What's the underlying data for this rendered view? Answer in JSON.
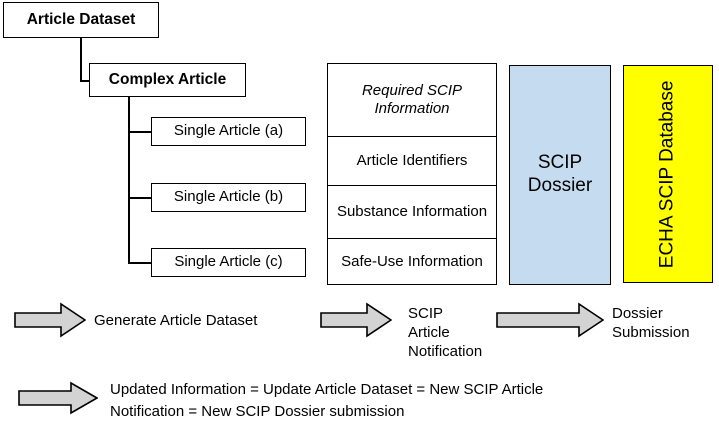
{
  "tree": {
    "root": {
      "label": "Article Dataset"
    },
    "complex": {
      "label": "Complex Article"
    },
    "singles": [
      {
        "label": "Single Article (a)"
      },
      {
        "label": "Single Article (b)"
      },
      {
        "label": "Single Article (c)"
      }
    ]
  },
  "scip_table": {
    "header": "Required SCIP Information",
    "rows": [
      "Article Identifiers",
      "Substance Information",
      "Safe-Use Information"
    ]
  },
  "dossier": {
    "label": "SCIP Dossier",
    "color": "#C5DCF0"
  },
  "database": {
    "label": "ECHA SCIP Database",
    "color": "#FFFF00"
  },
  "flow": {
    "arrow_fill": "#D3D3D3",
    "arrow_stroke": "#000000",
    "steps": [
      {
        "icon": "right-block-arrow",
        "label": "Generate Article Dataset"
      },
      {
        "icon": "right-block-arrow",
        "label": "SCIP\nArticle\nNotification"
      },
      {
        "icon": "right-block-arrow",
        "label": "Dossier\nSubmission"
      }
    ],
    "update_note": {
      "icon": "right-block-arrow",
      "label": "Updated Information = Update Article Dataset = New SCIP Article\nNotification = New SCIP Dossier submission"
    }
  }
}
